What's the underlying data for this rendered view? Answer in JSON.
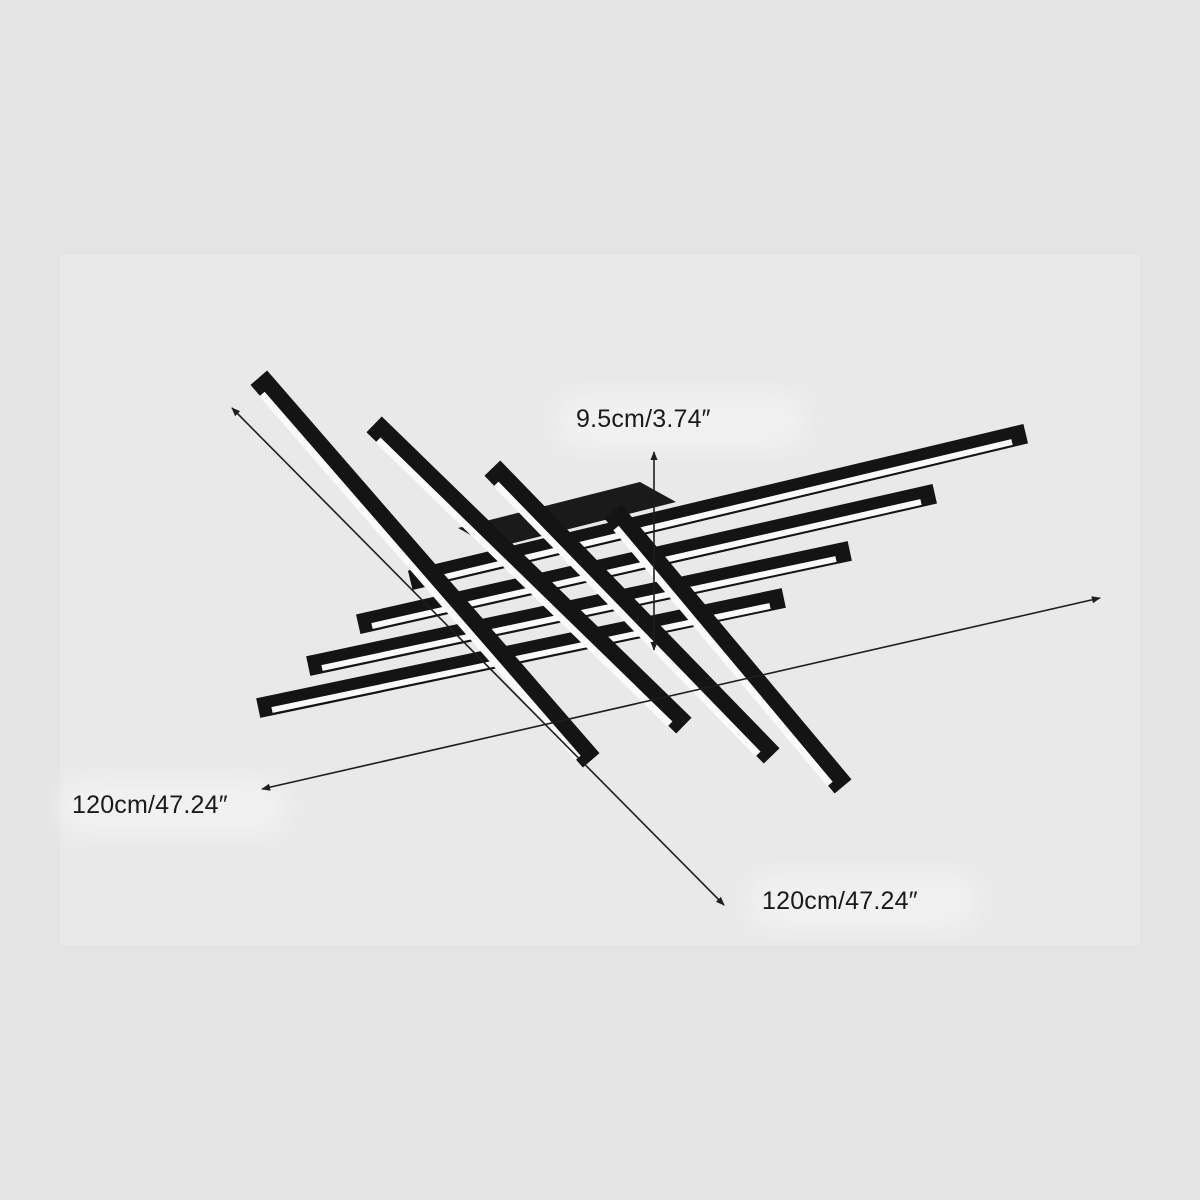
{
  "dimensions": {
    "height_label": "9.5cm/3.74″",
    "width_label": "120cm/47.24″",
    "depth_label": "120cm/47.24″"
  },
  "colors": {
    "background": "#e4e4e4",
    "backdrop": "#e9e9e9",
    "bar": "#141414",
    "bar_light": "#fafafa",
    "arrow": "#1e1e1e",
    "text": "#1a1a1a"
  },
  "icons": {
    "fixture": "linear-led-ceiling-light-icon",
    "arrow": "double-headed-arrow-icon"
  }
}
